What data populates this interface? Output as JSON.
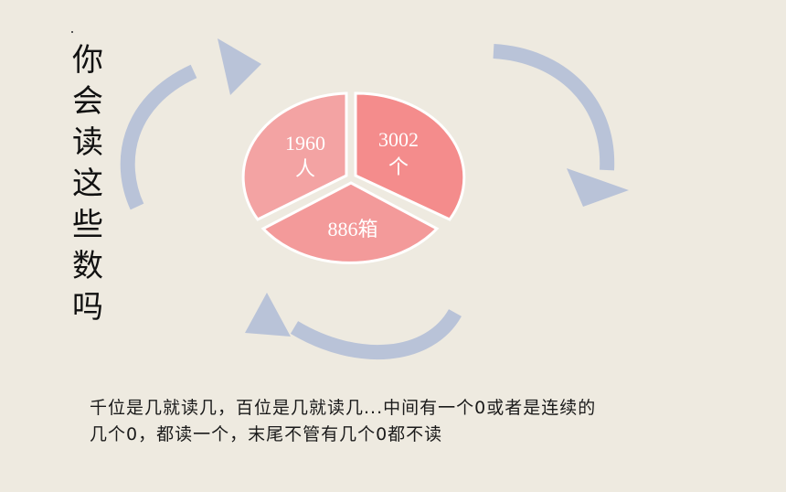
{
  "title_chars": [
    "你",
    "会",
    "读",
    "这",
    "些",
    "数",
    "吗"
  ],
  "pie": {
    "left_line1": "1960",
    "left_line2": "人",
    "right_line1": "3002",
    "right_line2": "个",
    "bottom_label": "886箱"
  },
  "rule": {
    "line1": "千位是几就读几，百位是几就读几...中间有一个0或者是连续的",
    "line2": "几个0，都读一个，末尾不管有几个0都不读"
  },
  "colors": {
    "background": "#eeeae0",
    "arrow": "#b9c3d8",
    "pie_left": "#f3a3a3",
    "pie_right": "#f48c8c",
    "pie_bottom": "#f39a9a"
  }
}
